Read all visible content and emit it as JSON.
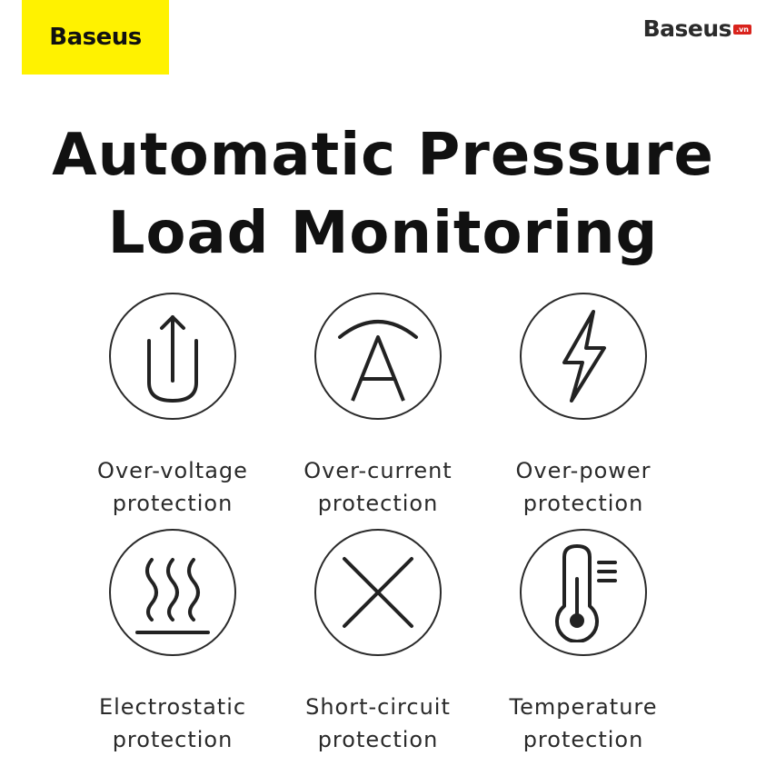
{
  "brand": {
    "logo_text": "Baseus",
    "corner_logo_text": "Baseus",
    "corner_logo_suffix": ".vn",
    "accent_color": "#fff200"
  },
  "headline": {
    "line1": "Automatic Pressure",
    "line2": "Load Monitoring"
  },
  "features": [
    {
      "icon": "upload-arrow-icon",
      "line1": "Over-voltage",
      "line2": "protection"
    },
    {
      "icon": "letter-a-arc-icon",
      "line1": "Over-current",
      "line2": "protection"
    },
    {
      "icon": "lightning-bolt-icon",
      "line1": "Over-power",
      "line2": "protection"
    },
    {
      "icon": "heat-waves-icon",
      "line1": "Electrostatic",
      "line2": "protection"
    },
    {
      "icon": "cross-icon",
      "line1": "Short-circuit",
      "line2": "protection"
    },
    {
      "icon": "thermometer-icon",
      "line1": "Temperature",
      "line2": "protection"
    }
  ]
}
